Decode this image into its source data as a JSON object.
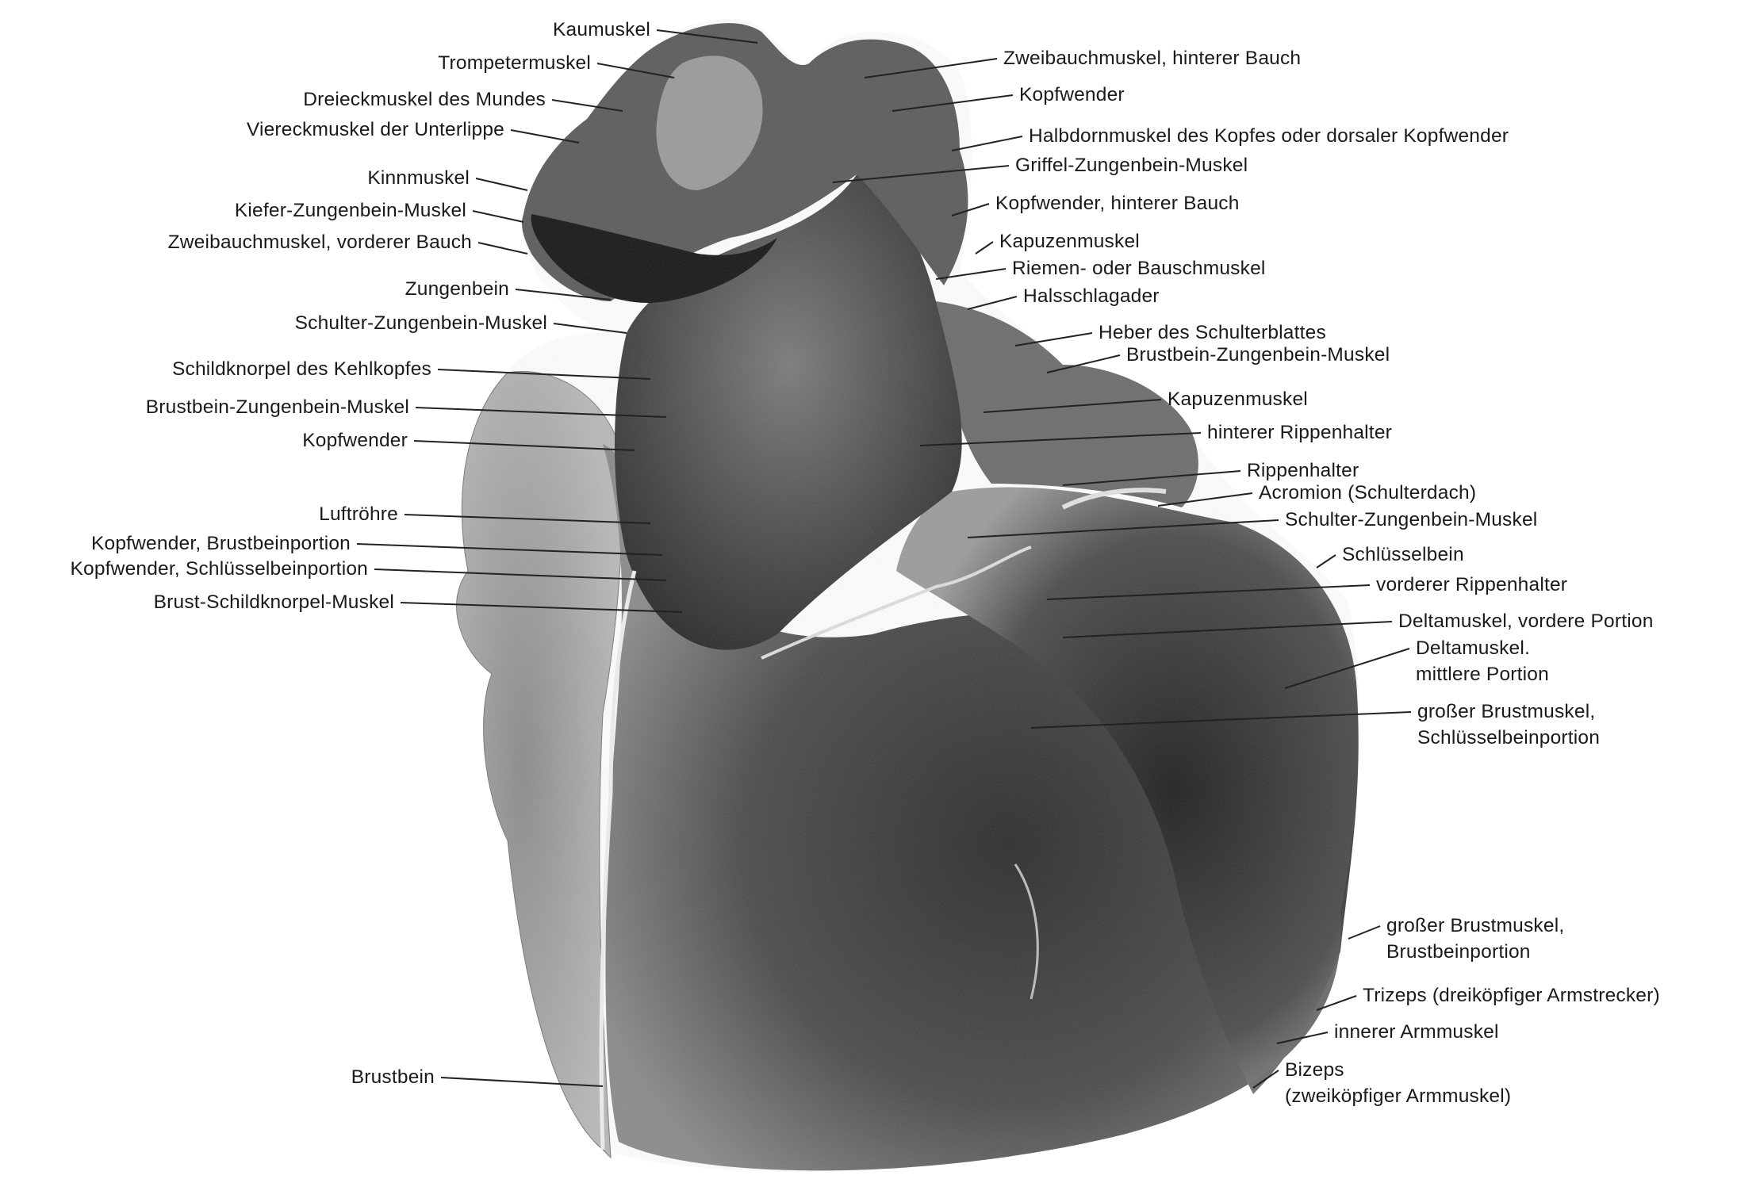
{
  "figure": {
    "tone": "#3a3a3a",
    "background": "#ffffff",
    "line_color": "#222222"
  },
  "labels_left": [
    {
      "text": "Kaumuskel"
    },
    {
      "text": "Trompetermuskel"
    },
    {
      "text": "Dreieckmuskel des Mundes"
    },
    {
      "text": "Viereckmuskel der Unterlippe"
    },
    {
      "text": "Kinnmuskel"
    },
    {
      "text": "Kiefer-Zungenbein-Muskel"
    },
    {
      "text": "Zweibauchmuskel, vorderer Bauch"
    },
    {
      "text": "Zungenbein"
    },
    {
      "text": "Schulter-Zungenbein-Muskel"
    },
    {
      "text": "Schildknorpel des Kehlkopfes"
    },
    {
      "text": "Brustbein-Zungenbein-Muskel"
    },
    {
      "text": "Kopfwender"
    },
    {
      "text": "Luftröhre"
    },
    {
      "text": "Kopfwender, Brustbeinportion"
    },
    {
      "text": "Kopfwender, Schlüsselbeinportion"
    },
    {
      "text": "Brust-Schildknorpel-Muskel"
    },
    {
      "text": "Brustbein"
    }
  ],
  "labels_right": [
    {
      "lines": [
        "Zweibauchmuskel, hinterer Bauch"
      ]
    },
    {
      "lines": [
        "Kopfwender"
      ]
    },
    {
      "lines": [
        "Halbdornmuskel des Kopfes oder dorsaler Kopfwender"
      ]
    },
    {
      "lines": [
        "Griffel-Zungenbein-Muskel"
      ]
    },
    {
      "lines": [
        "Kopfwender, hinterer Bauch"
      ]
    },
    {
      "lines": [
        "Kapuzenmuskel"
      ]
    },
    {
      "lines": [
        "Riemen- oder Bauschmuskel"
      ]
    },
    {
      "lines": [
        "Halsschlagader"
      ]
    },
    {
      "lines": [
        "Heber des Schulterblattes"
      ]
    },
    {
      "lines": [
        "Brustbein-Zungenbein-Muskel"
      ]
    },
    {
      "lines": [
        "Kapuzenmuskel"
      ]
    },
    {
      "lines": [
        "hinterer Rippenhalter"
      ]
    },
    {
      "lines": [
        "Rippenhalter"
      ]
    },
    {
      "lines": [
        "Acromion (Schulterdach)"
      ]
    },
    {
      "lines": [
        "Schulter-Zungenbein-Muskel"
      ]
    },
    {
      "lines": [
        "Schlüsselbein"
      ]
    },
    {
      "lines": [
        "vorderer Rippenhalter"
      ]
    },
    {
      "lines": [
        "Deltamuskel, vordere Portion"
      ]
    },
    {
      "lines": [
        "Deltamuskel.",
        "mittlere Portion"
      ]
    },
    {
      "lines": [
        "großer Brustmuskel,",
        "Schlüsselbeinportion"
      ]
    },
    {
      "lines": [
        "großer Brustmuskel,",
        "Brustbeinportion"
      ]
    },
    {
      "lines": [
        "Trizeps (dreiköpfiger Armstrecker)"
      ]
    },
    {
      "lines": [
        "innerer Armmuskel"
      ]
    },
    {
      "lines": [
        "Bizeps",
        "(zweiköpfiger Armmuskel)"
      ]
    }
  ]
}
